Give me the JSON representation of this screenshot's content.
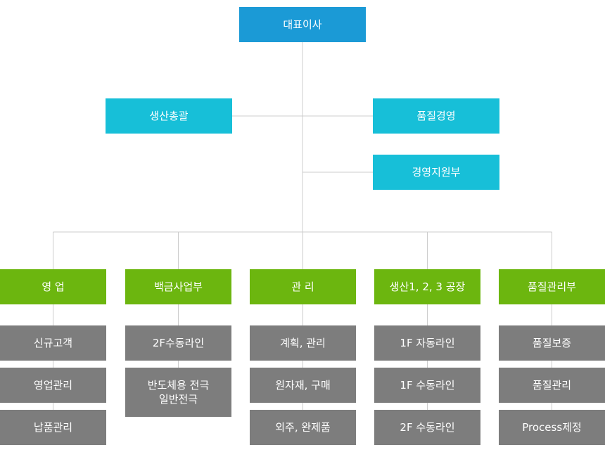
{
  "org": {
    "ceo": "대표이사",
    "staff_left": "생산총괄",
    "staff_right_top": "품질경영",
    "staff_right_bottom": "경영지원부",
    "departments": [
      {
        "name": "영 업",
        "units": [
          "신규고객",
          "영업관리",
          "납품관리"
        ]
      },
      {
        "name": "백금사업부",
        "units": [
          "2F수동라인",
          "반도체용 전극\n일반전극"
        ]
      },
      {
        "name": "관 리",
        "units": [
          "계획, 관리",
          "원자재, 구매",
          "외주, 완제품"
        ]
      },
      {
        "name": "생산1, 2, 3 공장",
        "units": [
          "1F 자동라인",
          "1F 수동라인",
          "2F 수동라인"
        ]
      },
      {
        "name": "품질관리부",
        "units": [
          "품질보증",
          "품질관리",
          "Process제정"
        ]
      }
    ]
  },
  "colors": {
    "ceo": "#1b9ad6",
    "staff": "#17bfd8",
    "department": "#6cb60f",
    "unit": "#7d7d7d",
    "connector": "#cccccc"
  }
}
